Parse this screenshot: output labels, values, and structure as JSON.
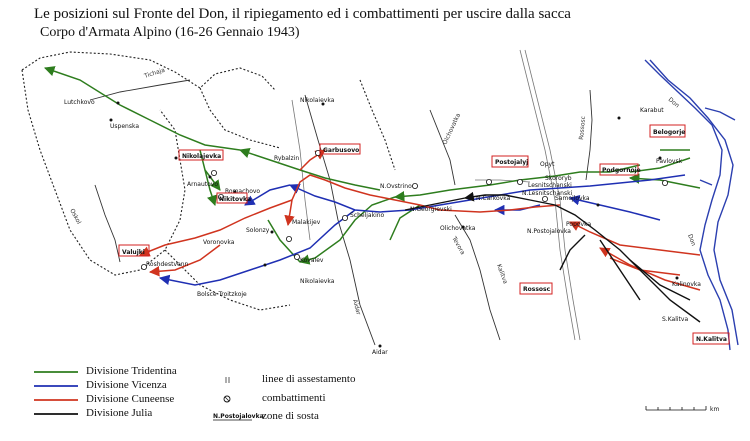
{
  "title": "Le posizioni sul Fronte del Don, il ripiegamento ed i combattimenti per uscire dalla sacca",
  "subtitle": "Corpo d'Armata Alpino (16-26 Gennaio 1943)",
  "colors": {
    "tridentina": "#2e7d1e",
    "vicenza": "#1f2fb3",
    "cuneense": "#d0341f",
    "julia": "#111111",
    "river": "#2b3fb0",
    "box": "#d32020"
  },
  "legend": {
    "divisions": [
      {
        "label": "Divisione Tridentina",
        "color": "#2e7d1e"
      },
      {
        "label": "Divisione Vicenza",
        "color": "#1f2fb3"
      },
      {
        "label": "Divisione Cuneense",
        "color": "#d0341f"
      },
      {
        "label": "Divisione Julia",
        "color": "#111111"
      }
    ],
    "symbols": [
      {
        "label": "linee di assestamento",
        "icon": "assestamento-lines-icon"
      },
      {
        "label": "combattimenti",
        "icon": "combat-icon"
      },
      {
        "label": "zone di sosta",
        "icon": "rest-zone-icon",
        "sample": "N.Postojalovka"
      }
    ]
  },
  "scale": {
    "label": "km"
  },
  "places": {
    "lutschkovo": "Lutchkovo",
    "uspenska": "Uspenska",
    "nikolajevka": "Nikolajevka",
    "arnautovo": "Arnautovo",
    "nikitovka": "Nikitovka",
    "romachovo": "Romachovo",
    "solonzy": "Solonzy",
    "voronovka": "Voronovka",
    "valujki": "Valujki",
    "roshdestvenn": "Roshdestvenn",
    "bolsce_troitzkoje": "Bolsce Troitzkoje",
    "nikolaievka_n": "Nikolaievka",
    "nikolaievka_s": "Nikolaievka",
    "rybalzin": "Rybalzin",
    "garbusovo": "Garbusovo",
    "malakiev": "Malakijev",
    "kovaley": "Kovalev",
    "scheljakino": "Scheljakino",
    "n_georgievski": "N.Georgievski",
    "n_ovstrino": "N.Ovstrino",
    "n_carkovka": "N.Carkovka",
    "olichovatka": "Olichovatka",
    "postojalyj": "Postojalyj",
    "opyt": "Opyt",
    "skororyb": "Skororyb",
    "podgornoje": "Podgornoje",
    "lesnitschanski": "Lesnitschanski",
    "n_lesnitschanski": "N.Lesnitschanski",
    "samojlovka": "Samojlovka",
    "popovka": "Popovka",
    "n_postojalovka": "N.Postojalovka",
    "rossosc": "Rossosc",
    "belogorje": "Belogorje",
    "karabut": "Karabut",
    "pavlovsk": "Pavlovsk",
    "kalinovka": "Kalinovka",
    "s_kalitva": "S.Kalitva",
    "n_kalitva": "N.Kalitva",
    "aidar": "Aidar"
  },
  "rivers": {
    "tichaja": "Tichaja",
    "oskol": "Oskol",
    "olchovatka": "Olchovatka",
    "rossosc_r": "Rossosc",
    "don": "Don",
    "aidar_r": "Aidar",
    "tevora": "Tevora",
    "kalitva": "Kalitva"
  }
}
